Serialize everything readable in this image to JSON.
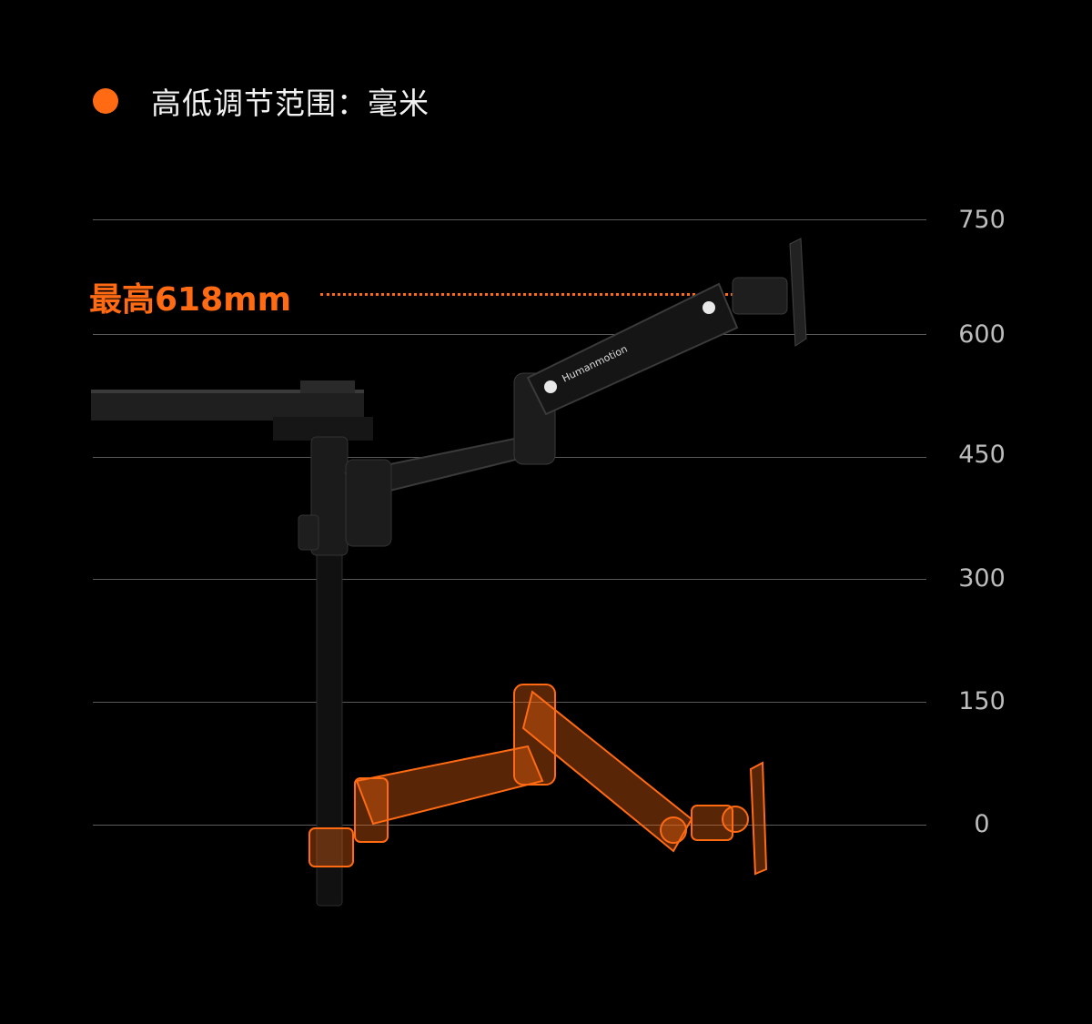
{
  "header": {
    "title": "高低调节范围：毫米"
  },
  "max_label": "最高618mm",
  "brand_text": "Humanmotion",
  "axis_ticks": [
    "750",
    "600",
    "450",
    "300",
    "150",
    "0"
  ],
  "colors": {
    "accent": "#ff6a13",
    "background": "#000000",
    "arm": "#1c1c1c"
  }
}
